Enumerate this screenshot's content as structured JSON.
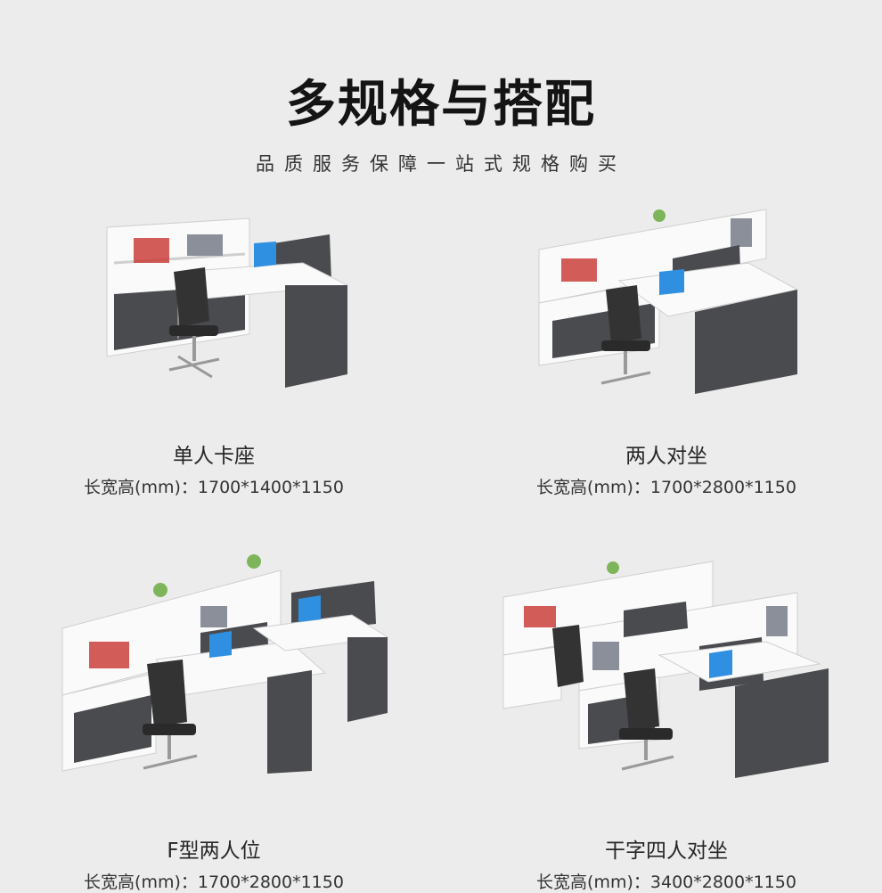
{
  "header": {
    "title": "多规格与搭配",
    "subtitle": "品质服务保障一站式规格购买"
  },
  "colors": {
    "panel_dark": "#4a4b4f",
    "panel_white": "#fafafa",
    "screen_blue": "#2f8fe0"
  },
  "products": [
    {
      "name": "单人卡座",
      "spec": "长宽高(mm)：1700*1400*1150"
    },
    {
      "name": "两人对坐",
      "spec": "长宽高(mm)：1700*2800*1150"
    },
    {
      "name": "F型两人位",
      "spec": "长宽高(mm)：1700*2800*1150"
    },
    {
      "name": "干字四人对坐",
      "spec": "长宽高(mm)：3400*2800*1150"
    }
  ]
}
